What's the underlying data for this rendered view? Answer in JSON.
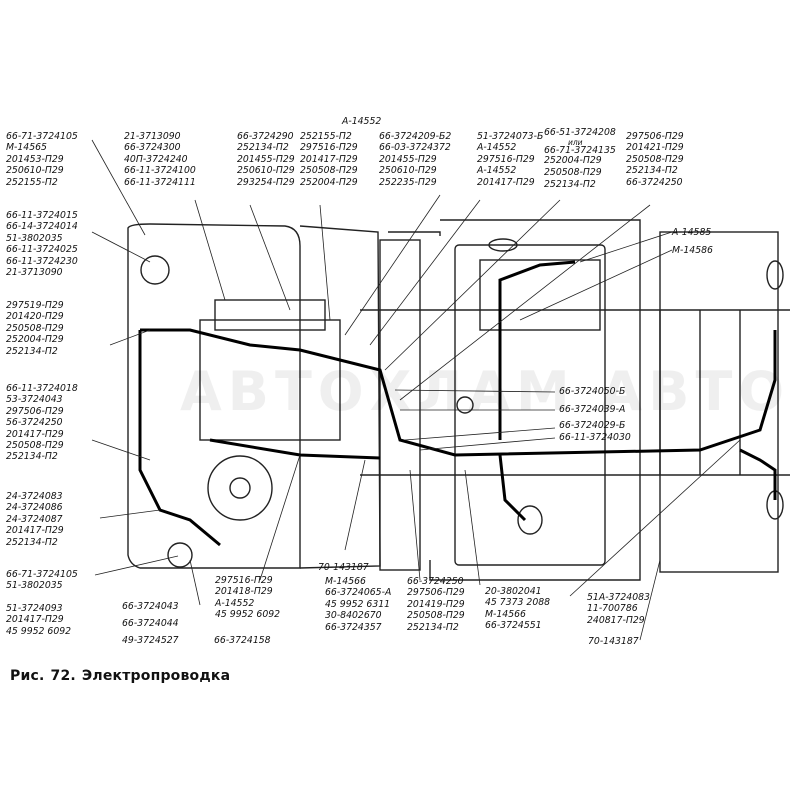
{
  "caption": {
    "prefix": "Рис.",
    "number": "72.",
    "title": "Электропроводка"
  },
  "top_label": "А-14552",
  "watermark": "АВТОХЛАМ АВТО",
  "left_blocks": [
    [
      "66-71-3724105",
      "М-14565",
      "201453-П29",
      "250610-П29",
      "252155-П2"
    ],
    [
      "66-11-3724015",
      "66-14-3724014",
      "51-3802035",
      "66-11-3724025",
      "66-11-3724230",
      "21-3713090"
    ],
    [
      "297519-П29",
      "201420-П29",
      "250508-П29",
      "252004-П29",
      "252134-П2"
    ],
    [
      "66-11-3724018",
      "53-3724043",
      "297506-П29",
      "56-3724250",
      "201417-П29",
      "250508-П29",
      "252134-П2"
    ],
    [
      "24-3724083",
      "24-3724086",
      "24-3724087",
      "201417-П29",
      "252134-П2"
    ],
    [
      "66-71-3724105",
      "51-3802035"
    ],
    [
      "51-3724093",
      "201417-П29",
      "45 9952 6092"
    ]
  ],
  "top_blocks": [
    [
      "21-3713090",
      "66-3724300",
      "40П-3724240",
      "66-11-3724100",
      "66-11-3724111"
    ],
    [
      "66-3724290",
      "252134-П2",
      "201455-П29",
      "250610-П29",
      "293254-П29"
    ],
    [
      "252155-П2",
      "297516-П29",
      "201417-П29",
      "250508-П29",
      "252004-П29"
    ],
    [
      "66-3724209-Б2",
      "66-03-3724372",
      "201455-П29",
      "250610-П29",
      "252235-П29"
    ],
    [
      "51-3724073-Б",
      "А-14552",
      "297516-П29",
      "А-14552",
      "201417-П29"
    ],
    [
      "66-51-3724208",
      "или",
      "66-71-3724135",
      "252004-П29",
      "250508-П29",
      "252134-П2"
    ],
    [
      "297506-П29",
      "201421-П29",
      "250508-П29",
      "252134-П2",
      "66-3724250"
    ]
  ],
  "right_labels": [
    "А-14585",
    "М-14586",
    "66-3724050-Б",
    "66-3724039-А",
    "66-3724029-Б",
    "66-11-3724030"
  ],
  "bottom_blocks": [
    [
      "66-3724043"
    ],
    [
      "66-3724044"
    ],
    [
      "49-3724527"
    ],
    [
      "297516-П29",
      "201418-П29",
      "А-14552",
      "45 9952 6092"
    ],
    [
      "66-3724158"
    ],
    [
      "70-143187"
    ],
    [
      "М-14566",
      "66-3724065-А",
      "45 9952 6311",
      "30-8402670",
      "66-3724357"
    ],
    [
      "66-3724250",
      "297506-П29",
      "201419-П29",
      "250508-П29",
      "252134-П2"
    ],
    [
      "20-3802041",
      "45 7373 2088",
      "М-14566",
      "66-3724551"
    ],
    [
      "51А-3724083",
      "11-700786",
      "240817-П29"
    ],
    [
      "70-143187"
    ]
  ]
}
